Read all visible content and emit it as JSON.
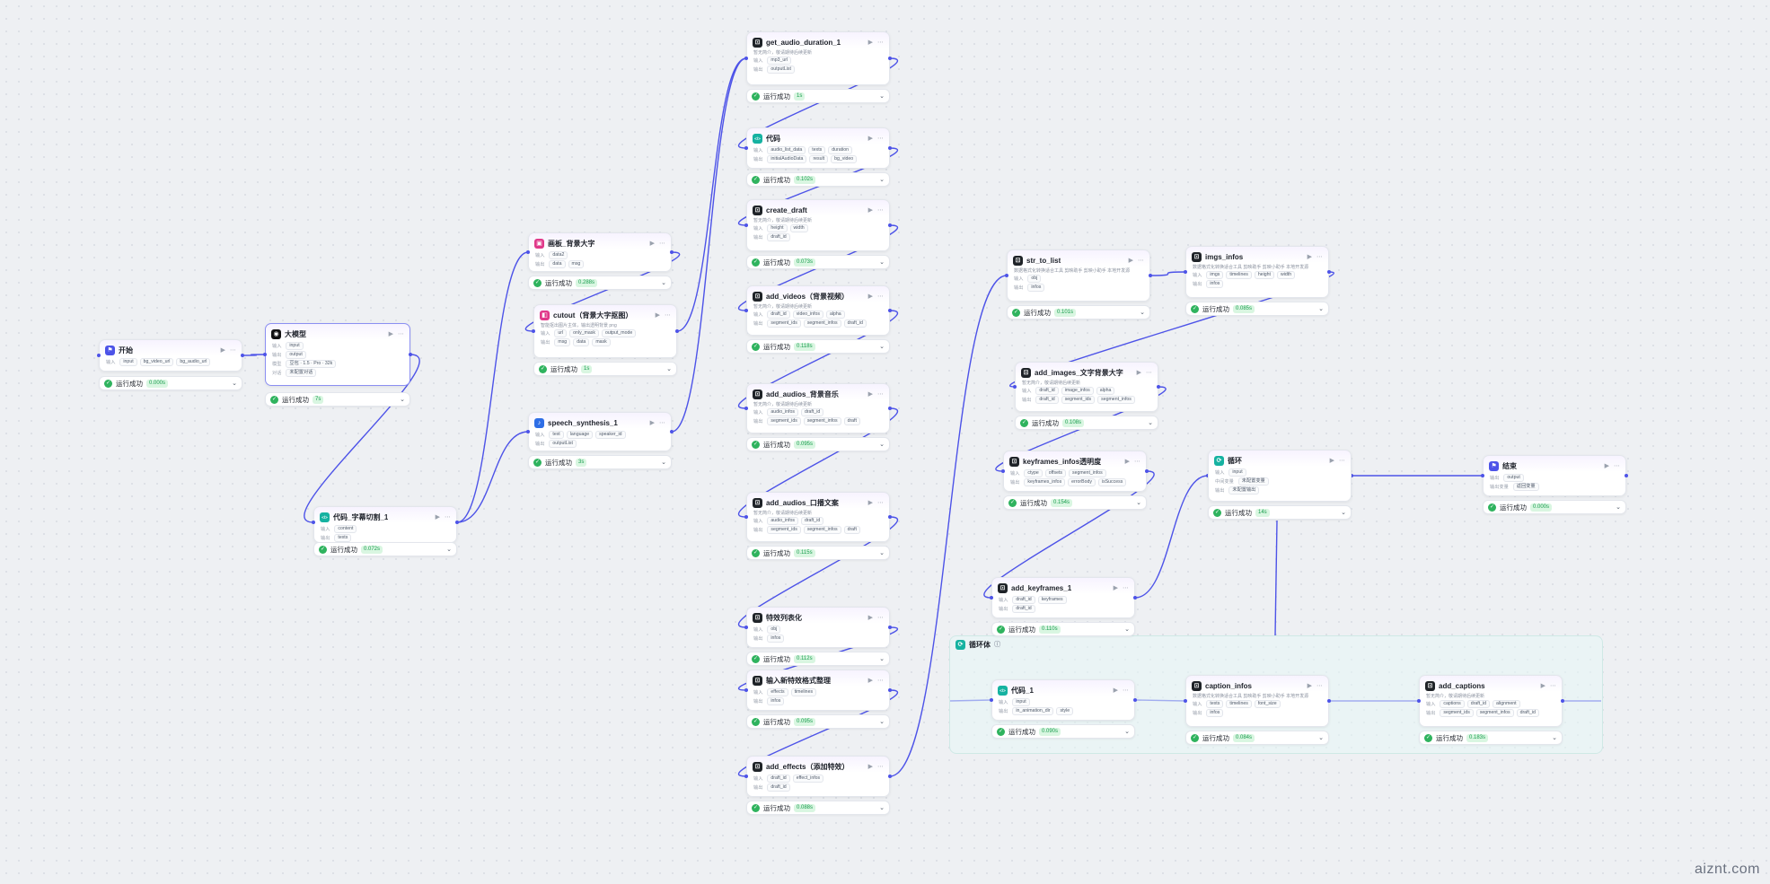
{
  "labels": {
    "input": "输入",
    "output": "输出",
    "status_ok": "运行成功",
    "model_label": "模型",
    "context_label": "对话",
    "context_value": "未配置对话",
    "loop_in_label": "中间变量",
    "loop_in_value": "未配置变量",
    "result_label": "输出变量",
    "result_value": "返回变量"
  },
  "colors": {
    "edge": "#4d53e8",
    "success": "#2fb35e",
    "plugin": "#1f2328",
    "code": "#16b2a1",
    "llm": "#111111",
    "start": "#4d53e8",
    "image": "#e0398a",
    "speech": "#2e6ee6"
  },
  "nodes": [
    {
      "id": "start",
      "icon": "flag-icon",
      "icon_color": "#4d53e8",
      "title": "开始",
      "desc": "",
      "rows": [
        [
          "输入",
          [
            "input",
            "bg_video_url",
            "bg_audio_url"
          ]
        ]
      ],
      "status_time": "0.000s"
    },
    {
      "id": "llm",
      "icon": "brain-icon",
      "icon_color": "#111111",
      "title": "大模型",
      "desc": "",
      "rows": [
        [
          "输入",
          [
            "input"
          ]
        ],
        [
          "输出",
          [
            "output"
          ]
        ],
        [
          "模型",
          [
            "豆包 · 1.5 · Pro · 32k"
          ]
        ],
        [
          "对话",
          [
            "未配置对话"
          ]
        ]
      ],
      "status_time": "7s"
    },
    {
      "id": "code_split",
      "icon": "code-icon",
      "icon_color": "#16b2a1",
      "title": "代码_字幕切割_1",
      "desc": "",
      "rows": [
        [
          "输入",
          [
            "content"
          ]
        ],
        [
          "输出",
          [
            "texts"
          ]
        ]
      ],
      "status_time": "0.072s"
    },
    {
      "id": "bg_text",
      "icon": "image-icon",
      "icon_color": "#e0398a",
      "title": "画板_背景大字",
      "desc": "",
      "rows": [
        [
          "输入",
          [
            "data2"
          ]
        ],
        [
          "输出",
          [
            "data",
            "msg"
          ]
        ]
      ],
      "status_time": "0.288s"
    },
    {
      "id": "cutout",
      "icon": "cutout-icon",
      "icon_color": "#e0398a",
      "title": "cutout（背景大字抠图）",
      "desc": "智能抠出图片主体，输出透明背景 png",
      "rows": [
        [
          "输入",
          [
            "url",
            "only_mask",
            "output_mode"
          ]
        ],
        [
          "输出",
          [
            "msg",
            "data",
            "mask"
          ]
        ]
      ],
      "status_time": "1s"
    },
    {
      "id": "speech",
      "icon": "speech-icon",
      "icon_color": "#2e6ee6",
      "title": "speech_synthesis_1",
      "desc": "",
      "rows": [
        [
          "输入",
          [
            "text",
            "language",
            "speaker_id"
          ]
        ],
        [
          "输出",
          [
            "outputList"
          ]
        ]
      ],
      "status_time": "3s"
    },
    {
      "id": "get_audio",
      "icon": "plugin-icon",
      "icon_color": "#1f2328",
      "title": "get_audio_duration_1",
      "desc": "暂无简介，敬请期待后续更新",
      "rows": [
        [
          "输入",
          [
            "mp3_url"
          ]
        ],
        [
          "输出",
          [
            "outputList"
          ]
        ]
      ],
      "status_time": "1s"
    },
    {
      "id": "code2",
      "icon": "code-icon",
      "icon_color": "#16b2a1",
      "title": "代码",
      "desc": "",
      "rows": [
        [
          "输入",
          [
            "audio_list_data",
            "texts",
            "duration"
          ]
        ],
        [
          "输出",
          [
            "initialAudioData",
            "result",
            "bg_video"
          ]
        ]
      ],
      "status_time": "0.102s"
    },
    {
      "id": "create_draft",
      "icon": "plugin-icon",
      "icon_color": "#1f2328",
      "title": "create_draft",
      "desc": "暂无简介，敬请期待后续更新",
      "rows": [
        [
          "输入",
          [
            "height",
            "width"
          ]
        ],
        [
          "输出",
          [
            "draft_id"
          ]
        ]
      ],
      "status_time": "0.073s"
    },
    {
      "id": "add_videos",
      "icon": "plugin-icon",
      "icon_color": "#1f2328",
      "title": "add_videos（背景视频）",
      "desc": "暂无简介，敬请期待后续更新",
      "rows": [
        [
          "输入",
          [
            "draft_id",
            "video_infos",
            "alpha"
          ]
        ],
        [
          "输出",
          [
            "segment_ids",
            "segment_infos",
            "draft_id"
          ]
        ]
      ],
      "status_time": "0.118s"
    },
    {
      "id": "add_audios_bg",
      "icon": "plugin-icon",
      "icon_color": "#1f2328",
      "title": "add_audios_背景音乐",
      "desc": "暂无简介，敬请期待后续更新",
      "rows": [
        [
          "输入",
          [
            "audio_infos",
            "draft_id"
          ]
        ],
        [
          "输出",
          [
            "segment_ids",
            "segment_infos",
            "draft"
          ]
        ]
      ],
      "status_time": "0.095s"
    },
    {
      "id": "add_audios_voice",
      "icon": "plugin-icon",
      "icon_color": "#1f2328",
      "title": "add_audios_口播文案",
      "desc": "暂无简介，敬请期待后续更新",
      "rows": [
        [
          "输入",
          [
            "audio_infos",
            "draft_id"
          ]
        ],
        [
          "输出",
          [
            "segment_ids",
            "segment_infos",
            "draft"
          ]
        ]
      ],
      "status_time": "0.115s"
    },
    {
      "id": "effect_list",
      "icon": "plugin-icon",
      "icon_color": "#1f2328",
      "title": "特效列表化",
      "desc": "",
      "rows": [
        [
          "输入",
          [
            "obj"
          ]
        ],
        [
          "输出",
          [
            "infos"
          ]
        ]
      ],
      "status_time": "0.112s"
    },
    {
      "id": "effect_fmt",
      "icon": "plugin-icon",
      "icon_color": "#1f2328",
      "title": "输入新特效格式整理",
      "desc": "",
      "rows": [
        [
          "输入",
          [
            "effects",
            "timelines"
          ]
        ],
        [
          "输出",
          [
            "infos"
          ]
        ]
      ],
      "status_time": "0.095s"
    },
    {
      "id": "add_effects",
      "icon": "plugin-icon",
      "icon_color": "#1f2328",
      "title": "add_effects（添加特效）",
      "desc": "",
      "rows": [
        [
          "输入",
          [
            "draft_id",
            "effect_infos"
          ]
        ],
        [
          "输出",
          [
            "draft_id"
          ]
        ]
      ],
      "status_time": "0.088s"
    },
    {
      "id": "str_to_list",
      "icon": "plugin-icon",
      "icon_color": "#1f2328",
      "title": "str_to_list",
      "desc": "数据格式化转换适合工具 剪映助手 剪映小助手 本地开发源",
      "rows": [
        [
          "输入",
          [
            "obj"
          ]
        ],
        [
          "输出",
          [
            "infos"
          ]
        ]
      ],
      "status_time": "0.101s"
    },
    {
      "id": "imgs_infos",
      "icon": "plugin-icon",
      "icon_color": "#1f2328",
      "title": "imgs_infos",
      "desc": "数据格式化转换适合工具 剪映助手 剪映小助手 本地开发源",
      "rows": [
        [
          "输入",
          [
            "imgs",
            "timelines",
            "height",
            "width"
          ]
        ],
        [
          "输出",
          [
            "infos"
          ]
        ]
      ],
      "status_time": "0.085s"
    },
    {
      "id": "add_images",
      "icon": "plugin-icon",
      "icon_color": "#1f2328",
      "title": "add_images_文字背景大字",
      "desc": "暂无简介，敬请期待后续更新",
      "rows": [
        [
          "输入",
          [
            "draft_id",
            "image_infos",
            "alpha"
          ]
        ],
        [
          "输出",
          [
            "draft_id",
            "segment_ids",
            "segment_infos"
          ]
        ]
      ],
      "status_time": "0.108s"
    },
    {
      "id": "keyframes_infos",
      "icon": "plugin-icon",
      "icon_color": "#1f2328",
      "title": "keyframes_infos透明度",
      "desc": "",
      "rows": [
        [
          "输入",
          [
            "ctype",
            "offsets",
            "segment_infos"
          ]
        ],
        [
          "输出",
          [
            "keyframes_infos",
            "errorBody",
            "isSuccess"
          ]
        ]
      ],
      "status_time": "0.154s"
    },
    {
      "id": "add_keyframes",
      "icon": "plugin-icon",
      "icon_color": "#1f2328",
      "title": "add_keyframes_1",
      "desc": "",
      "rows": [
        [
          "输入",
          [
            "draft_id",
            "keyframes"
          ]
        ],
        [
          "输出",
          [
            "draft_id"
          ]
        ]
      ],
      "status_time": "0.110s"
    },
    {
      "id": "loop",
      "icon": "loop-icon",
      "icon_color": "#16b2a1",
      "title": "循环",
      "desc": "",
      "rows": [
        [
          "输入",
          [
            "input"
          ]
        ],
        [
          "中间变量",
          [
            "未配置变量"
          ]
        ],
        [
          "输出",
          [
            "未配置输出"
          ]
        ]
      ],
      "status_time": "14s"
    },
    {
      "id": "end",
      "icon": "end-icon",
      "icon_color": "#4d53e8",
      "title": "结束",
      "desc": "",
      "rows": [
        [
          "输出",
          [
            "output"
          ]
        ],
        [
          "输出变量",
          [
            "返回变量"
          ]
        ]
      ],
      "status_time": "0.000s"
    },
    {
      "id": "code_loop",
      "icon": "code-icon",
      "icon_color": "#16b2a1",
      "title": "代码_1",
      "desc": "",
      "rows": [
        [
          "输入",
          [
            "input"
          ]
        ],
        [
          "输出",
          [
            "in_animation_dir",
            "style"
          ]
        ]
      ],
      "status_time": "0.090s"
    },
    {
      "id": "caption_infos",
      "icon": "plugin-icon",
      "icon_color": "#1f2328",
      "title": "caption_infos",
      "desc": "数据格式化转换适合工具 剪映助手 剪映小助手 本地开发源",
      "rows": [
        [
          "输入",
          [
            "texts",
            "timelines",
            "font_size"
          ]
        ],
        [
          "输出",
          [
            "infos"
          ]
        ]
      ],
      "status_time": "0.084s"
    },
    {
      "id": "add_captions",
      "icon": "plugin-icon",
      "icon_color": "#1f2328",
      "title": "add_captions",
      "desc": "暂无简介，敬请期待后续更新",
      "rows": [
        [
          "输入",
          [
            "captions",
            "draft_id",
            "alignment"
          ]
        ],
        [
          "输出",
          [
            "segment_ids",
            "segment_infos",
            "draft_id"
          ]
        ]
      ],
      "status_time": "0.183s"
    }
  ],
  "loop_body": {
    "title": "循环体"
  },
  "edges": [
    [
      "start",
      "llm"
    ],
    [
      "llm",
      "code_split"
    ],
    [
      "code_split",
      "bg_text"
    ],
    [
      "code_split",
      "speech"
    ],
    [
      "bg_text",
      "cutout"
    ],
    [
      "cutout",
      "get_audio"
    ],
    [
      "speech",
      "get_audio"
    ],
    [
      "get_audio",
      "code2"
    ],
    [
      "code2",
      "create_draft"
    ],
    [
      "create_draft",
      "add_videos"
    ],
    [
      "add_videos",
      "add_audios_bg"
    ],
    [
      "add_audios_bg",
      "add_audios_voice"
    ],
    [
      "add_audios_voice",
      "effect_list"
    ],
    [
      "effect_list",
      "effect_fmt"
    ],
    [
      "effect_fmt",
      "add_effects"
    ],
    [
      "add_effects",
      "str_to_list"
    ],
    [
      "str_to_list",
      "imgs_infos"
    ],
    [
      "imgs_infos",
      "add_images"
    ],
    [
      "add_images",
      "keyframes_infos"
    ],
    [
      "keyframes_infos",
      "add_keyframes"
    ],
    [
      "add_keyframes",
      "loop"
    ],
    [
      "loop",
      "end"
    ]
  ],
  "watermark": "aiznt.com"
}
